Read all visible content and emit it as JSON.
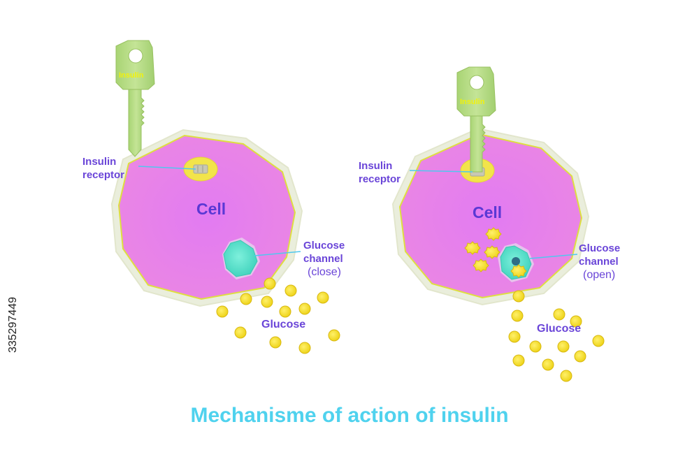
{
  "title": "Mechanisme of action of insulin",
  "stock_id": "335297449",
  "colors": {
    "cell": "#ea86e4",
    "cell_center": "#e27bf2",
    "membrane_outer": "#eaeedc",
    "membrane_line": "#dede40",
    "receptor": "#f2e44a",
    "key": "#b4dc80",
    "glucose": "#f4de24",
    "channel": "#4ee0c4",
    "label": "#6a45d8",
    "title": "#4fd2ee"
  },
  "panels": [
    {
      "key_label": "Insulin",
      "receptor_label_line1": "Insulin",
      "receptor_label_line2": "receptor",
      "cell_label": "Cell",
      "channel_label_line1": "Glucose",
      "channel_label_line2": "channel",
      "channel_state": "(close)",
      "glucose_label": "Glucose"
    },
    {
      "key_label": "Insulin",
      "receptor_label_line1": "Insulin",
      "receptor_label_line2": "receptor",
      "cell_label": "Cell",
      "channel_label_line1": "Glucose",
      "channel_label_line2": "channel",
      "channel_state": "(open)",
      "glucose_label": "Glucose"
    }
  ]
}
